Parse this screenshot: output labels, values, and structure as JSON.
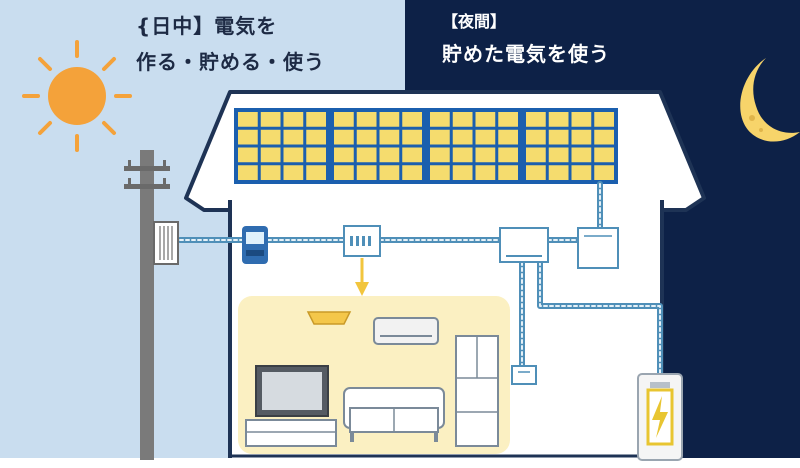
{
  "day": {
    "heading_line1": "{日中】電気を",
    "heading_line2": "作る・貯める・使う"
  },
  "night": {
    "heading_line1": "【夜間】",
    "heading_line2": "貯めた電気を使う"
  },
  "colors": {
    "day_sky": "#c9ddef",
    "night_sky": "#0d2147",
    "house_outline": "#1e3355",
    "panel_frame": "#1b5fae",
    "panel_cell": "#f5dc6e",
    "wiring": "#4f8fb8",
    "sun": "#f4a23a",
    "moon": "#f7d46a",
    "room_glow": "#fbf0c2",
    "pole": "#7a7a7a",
    "battery_accent": "#e8c531"
  },
  "icons": [
    "sun-icon",
    "moon-icon",
    "solar-panel-icon",
    "utility-pole-icon",
    "power-meter-icon",
    "distribution-board-icon",
    "power-conditioner-icon",
    "storage-battery-icon",
    "air-conditioner-icon",
    "ceiling-light-icon",
    "tv-icon",
    "sofa-icon",
    "refrigerator-icon"
  ]
}
